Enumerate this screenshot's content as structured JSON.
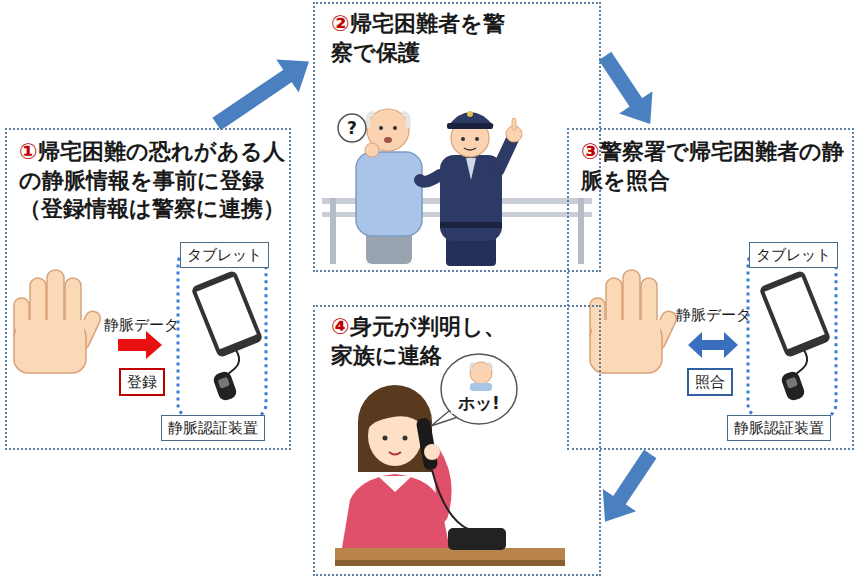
{
  "diagram": {
    "nodes": [
      {
        "text": [
          "①",
          "帰宅困難の恐れがある人の静脈情報を事前に登録（登録情報は警察に連携）"
        ]
      },
      {
        "text": [
          "タブレット"
        ],
        "in": 0
      },
      {
        "text": [
          "登録"
        ],
        "in": 0
      },
      {
        "text": [
          "静脈認証装置"
        ],
        "in": 0
      },
      {
        "text": [
          "②",
          "帰宅困難者を警察で保護"
        ]
      },
      {
        "text": [
          "③",
          "警察署で帰宅困難者の静脈を照合"
        ]
      },
      {
        "text": [
          "タブレット"
        ],
        "in": 5
      },
      {
        "text": [
          "照合"
        ],
        "in": 5
      },
      {
        "text": [
          "静脈認証装置"
        ],
        "in": 5
      },
      {
        "text": [
          "④",
          "身元が判明し、家族に連絡"
        ]
      },
      {
        "text": [
          "ホッ!"
        ],
        "in": 9
      }
    ],
    "edges": [
      {
        "from": 0,
        "to": 4,
        "arrow": "to"
      },
      {
        "from": 4,
        "to": 5,
        "arrow": "to"
      },
      {
        "from": 5,
        "to": 9,
        "arrow": "to"
      }
    ],
    "labels": [
      "静脈データ",
      "静脈データ",
      "?"
    ]
  }
}
